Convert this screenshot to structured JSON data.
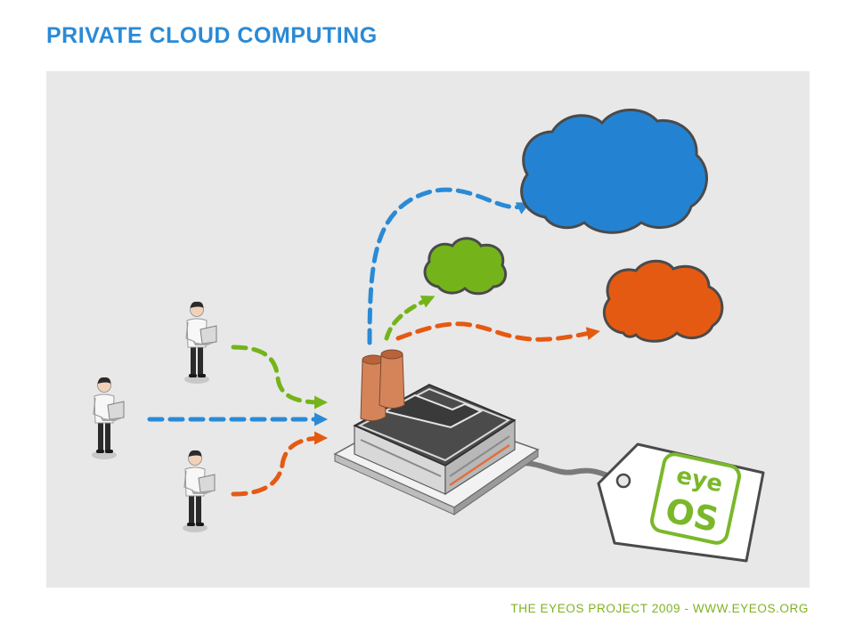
{
  "slide": {
    "title": "PRIVATE CLOUD COMPUTING",
    "footer": "THE EYEOS PROJECT 2009 - WWW.EYEOS.ORG"
  },
  "logo_tag": {
    "text_top": "eye",
    "text_bottom": "OS"
  },
  "colors": {
    "title": "#2a8ad6",
    "footer": "#7fb320",
    "panel_background": "#e8e8e8",
    "cloud_blue": "#2383d2",
    "cloud_green": "#74b41a",
    "cloud_orange": "#e55a12",
    "arrow_blue": "#2a8ad6",
    "arrow_green": "#74b41a",
    "arrow_orange": "#e55a12",
    "logo_green": "#7ab82a"
  },
  "diagram": {
    "users": [
      {
        "name": "user-left",
        "arrow_color": "blue"
      },
      {
        "name": "user-top",
        "arrow_color": "green"
      },
      {
        "name": "user-bottom",
        "arrow_color": "orange"
      }
    ],
    "hub": "factory-building",
    "clouds": [
      {
        "name": "cloud-large",
        "color": "blue"
      },
      {
        "name": "cloud-small",
        "color": "green"
      },
      {
        "name": "cloud-medium",
        "color": "orange"
      }
    ]
  }
}
